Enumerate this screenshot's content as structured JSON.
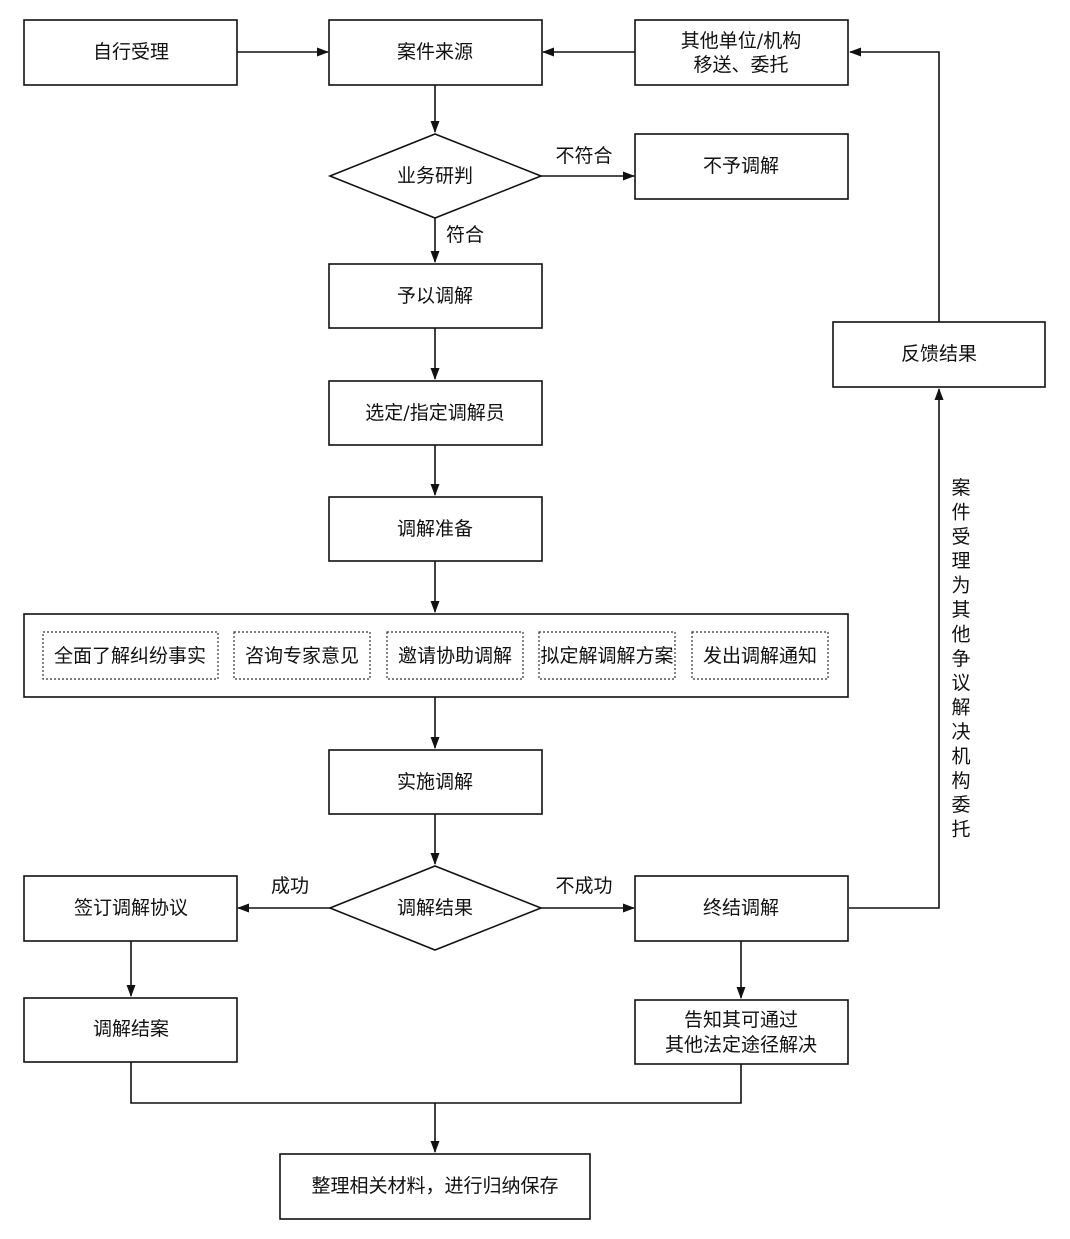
{
  "nodes": {
    "self_accept": "自行受理",
    "case_source": "案件来源",
    "other_units_line1": "其他单位/机构",
    "other_units_line2": "移送、委托",
    "business_judgment": "业务研判",
    "no_mediation": "不予调解",
    "grant_mediation": "予以调解",
    "select_mediator": "选定/指定调解员",
    "mediation_prep": "调解准备",
    "prep_tasks": [
      "全面了解纠纷事实",
      "咨询专家意见",
      "邀请协助调解",
      "拟定解调解方案",
      "发出调解通知"
    ],
    "implement_mediation": "实施调解",
    "mediation_result": "调解结果",
    "sign_agreement": "签订调解协议",
    "terminate_mediation": "终结调解",
    "close_case": "调解结案",
    "inform_line1": "告知其可通过",
    "inform_line2": "其他法定途径解决",
    "archive": "整理相关材料，进行归纳保存",
    "feedback": "反馈结果"
  },
  "edge_labels": {
    "not_conform": "不符合",
    "conform": "符合",
    "success": "成功",
    "failure": "不成功",
    "entrust_vertical": "案件受理为其他争议解决机构委托"
  }
}
